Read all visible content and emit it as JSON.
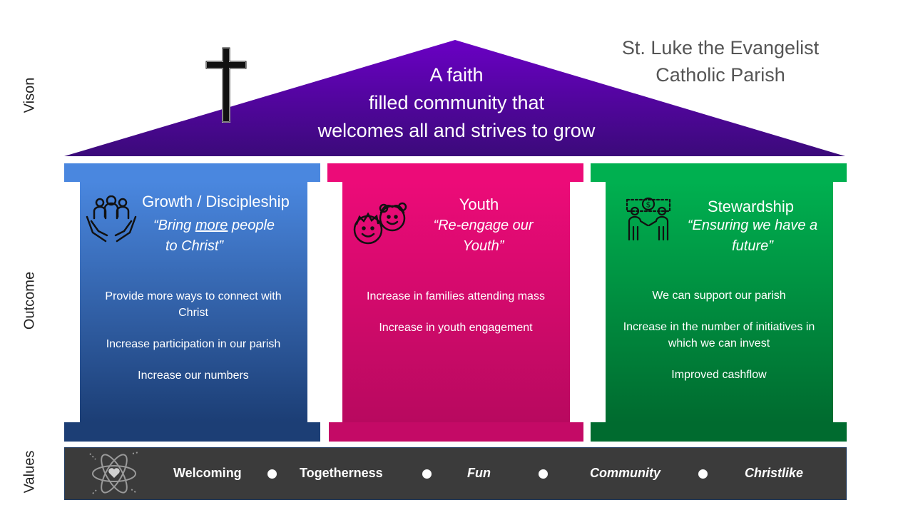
{
  "labels": {
    "vision": "Vison",
    "outcome": "Outcome",
    "values": "Values"
  },
  "roof": {
    "line1": "A faith",
    "line2": "filled community that",
    "line3": "welcomes all and strives to grow"
  },
  "parish": {
    "line1": "St. Luke the Evangelist",
    "line2": "Catholic Parish"
  },
  "pillars": [
    {
      "title": "Growth / Discipleship",
      "motto_pre": "“Bring ",
      "motto_emph": "more",
      "motto_post": " people",
      "motto_line2": "to Christ”",
      "outcomes": [
        "Provide more ways to connect with Christ",
        "Increase participation in our parish",
        "Increase our numbers"
      ],
      "color_top": "#4a87df",
      "color_bottom": "#1c3e75"
    },
    {
      "title": "Youth",
      "motto_line1": "“Re-engage our",
      "motto_line2": "Youth”",
      "outcomes": [
        "Increase in families attending mass",
        "Increase in youth engagement"
      ],
      "color_top": "#ec0b78",
      "color_bottom": "#b8095f"
    },
    {
      "title": "Stewardship",
      "motto_line1": "“Ensuring we have a",
      "motto_line2": "future”",
      "outcomes": [
        "We can support our parish",
        "Increase in the number of initiatives in which we can invest",
        "Improved cashflow"
      ],
      "color_top": "#00b050",
      "color_bottom": "#006b2f"
    }
  ],
  "values": [
    "Welcoming",
    "Togetherness",
    "Fun",
    "Community",
    "Christlike"
  ],
  "colors": {
    "roof_top": "#6a00c4",
    "roof_bottom": "#3b0a7a",
    "values_bar": "#3b3b3b"
  }
}
